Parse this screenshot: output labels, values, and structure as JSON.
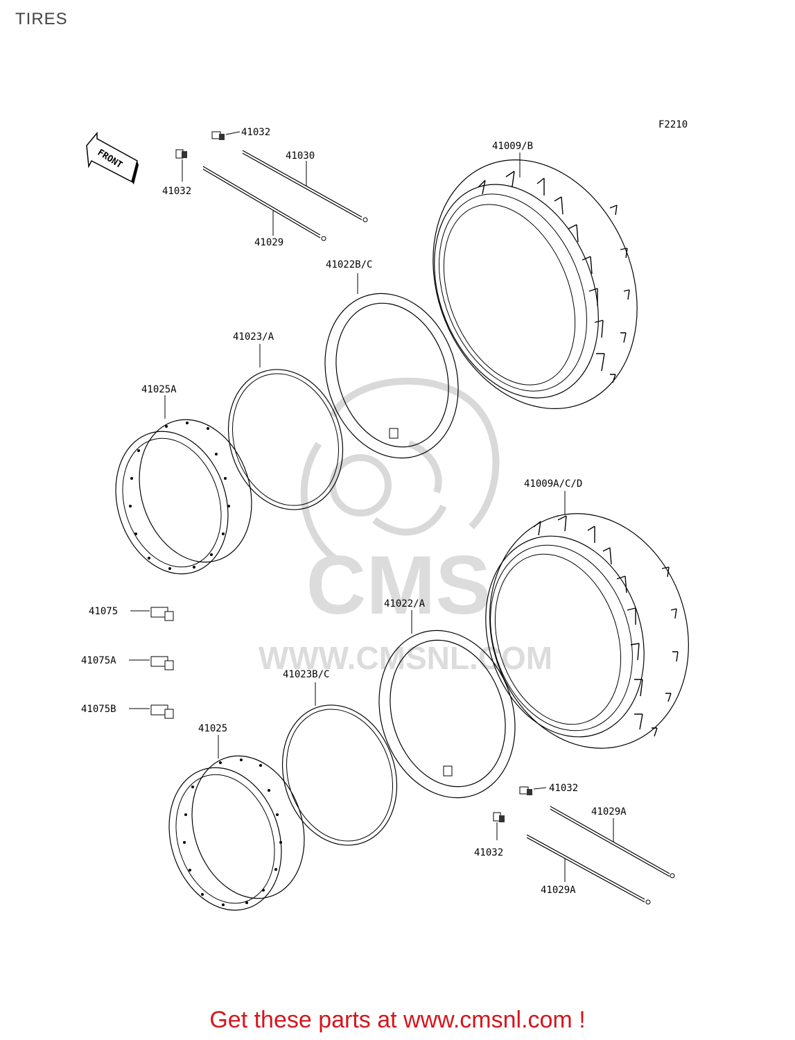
{
  "page": {
    "title": "TIRES",
    "figure_code": "F2210",
    "front_label": "FRONT",
    "promo_text": "Get these parts at www.cmsnl.com !"
  },
  "watermark": {
    "brand": "CMS",
    "url": "WWW.CMSNL.COM",
    "color": "#d9d9d9"
  },
  "parts": {
    "valve_cap_top1": "41032",
    "spoke_top": "41030",
    "valve_cap_top2": "41032",
    "spoke_top2": "41029",
    "tire_front": "41009/B",
    "tube_front": "41022B/C",
    "rim_band_front": "41023/A",
    "rim_front": "41025A",
    "tire_rear": "41009A/C/D",
    "weight_1": "41075",
    "weight_2": "41075A",
    "weight_3": "41075B",
    "tube_rear": "41022/A",
    "rim_band_rear": "41023B/C",
    "rim_rear": "41025",
    "valve_cap_bottom1": "41032",
    "spoke_bottom1": "41029A",
    "valve_cap_bottom2": "41032",
    "spoke_bottom2": "41029A"
  }
}
